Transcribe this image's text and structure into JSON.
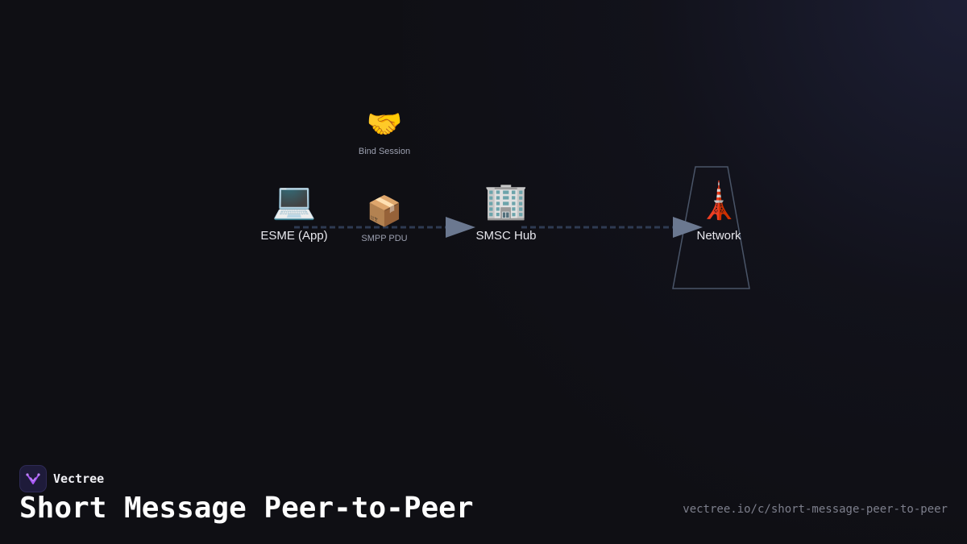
{
  "diagram": {
    "nodes": [
      {
        "id": "esme",
        "label": "ESME (App)",
        "icon": "laptop-icon",
        "emoji": "💻"
      },
      {
        "id": "smsc",
        "label": "SMSC Hub",
        "icon": "office-building-icon",
        "emoji": "🏢"
      },
      {
        "id": "network",
        "label": "Network",
        "icon": "tower-icon",
        "emoji": "🗼"
      }
    ],
    "edge_labels": [
      {
        "label": "Bind Session",
        "icon": "handshake-icon",
        "emoji": "🤝"
      },
      {
        "label": "SMPP PDU",
        "icon": "package-icon",
        "emoji": "📦"
      }
    ],
    "edges": [
      {
        "from": "esme",
        "to": "smsc",
        "style": "dashed-arrow"
      },
      {
        "from": "smsc",
        "to": "network",
        "style": "dashed-arrow"
      }
    ],
    "colors": {
      "edge": "#2e3a52",
      "arrow": "#6b7890",
      "network_outline": "#4a5568"
    }
  },
  "brand": {
    "name": "Vectree",
    "logo_color": "#a855f7"
  },
  "footer": {
    "title": "Short Message Peer-to-Peer",
    "url": "vectree.io/c/short-message-peer-to-peer"
  }
}
